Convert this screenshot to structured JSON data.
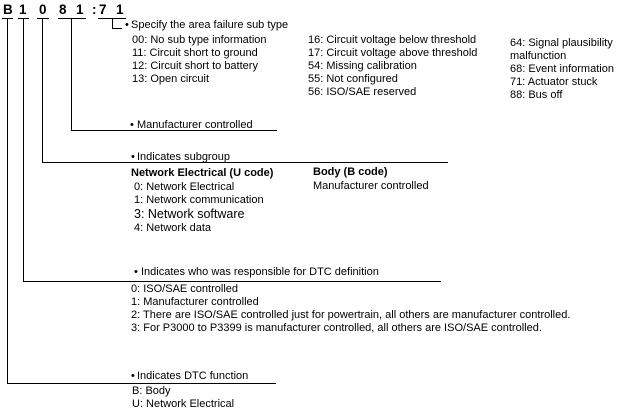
{
  "code_chars": [
    "B",
    "1",
    "0",
    "8",
    "1",
    ":",
    "7",
    "1"
  ],
  "subtype": {
    "heading": "Specify the area failure sub type",
    "col1": [
      "00: No sub type information",
      "11: Circuit short to ground",
      "12: Circuit short to battery",
      "13: Open circuit"
    ],
    "col2": [
      "16: Circuit voltage below threshold",
      "17: Circuit voltage above threshold",
      "54: Missing calibration",
      "55: Not configured",
      "56: ISO/SAE reserved"
    ],
    "col3": [
      "64: Signal plausibility",
      "malfunction",
      "68: Event information",
      "71: Actuator stuck",
      "88: Bus off"
    ]
  },
  "manufacturer": {
    "heading": "Manufacturer controlled"
  },
  "subgroup": {
    "heading": "Indicates subgroup",
    "u_title": "Network Electrical (U code)",
    "u_items": [
      "0: Network Electrical",
      "1: Network communication",
      "3: Network software",
      "4: Network data"
    ],
    "b_title": "Body (B code)",
    "b_items": [
      "Manufacturer controlled"
    ]
  },
  "responsible": {
    "heading": "Indicates who was responsible for DTC definition",
    "items": [
      "0: ISO/SAE controlled",
      "1: Manufacturer controlled",
      "2: There are ISO/SAE controlled just for powertrain, all others are manufacturer controlled.",
      "3: For P3000 to P3399 is manufacturer controlled, all others are ISO/SAE controlled."
    ]
  },
  "function": {
    "heading": "Indicates DTC function",
    "items": [
      "B: Body",
      "U: Network Electrical"
    ]
  },
  "bullet_char": "•"
}
